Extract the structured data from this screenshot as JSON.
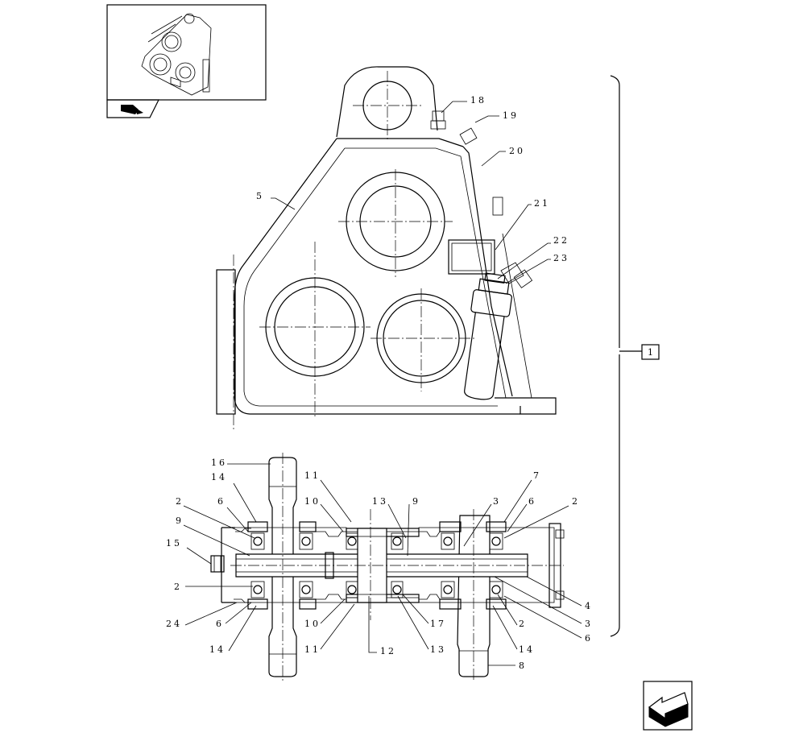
{
  "callouts": {
    "c1": "1",
    "c2": "2",
    "c3": "3",
    "c4": "4",
    "c5": "5",
    "c6": "6",
    "c7": "7",
    "c8": "8",
    "c9": "9",
    "c10": "10",
    "c11": "11",
    "c12": "12",
    "c13": "13",
    "c14": "14",
    "c15": "15",
    "c16": "16",
    "c17": "17",
    "c18": "18",
    "c19": "19",
    "c20": "20",
    "c21": "21",
    "c22": "22",
    "c23": "23",
    "c24": "24"
  },
  "icons": {
    "thumbnail": "assembly-thumbnail-icon",
    "book": "catalog-book-icon",
    "nav": "previous-page-arrow-icon"
  }
}
